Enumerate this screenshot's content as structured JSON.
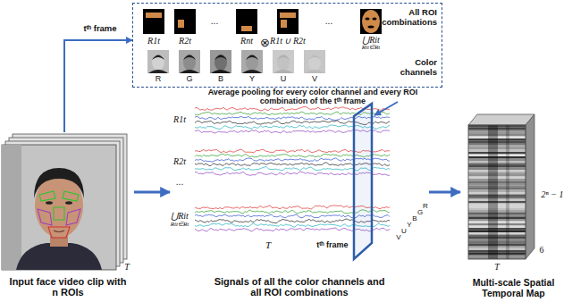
{
  "diagram": {
    "nodes": [
      {
        "text": [
          "All ROI combinations",
          "Color channels"
        ]
      },
      {
        "text": [
          "Input face video clip with n ROIs"
        ]
      },
      {
        "text": [
          "Signals of all the color channels and all ROI combinations"
        ]
      },
      {
        "text": [
          "Multi-scale Spatial Temporal Map"
        ]
      }
    ],
    "edges": [
      {
        "from": 1,
        "to": 0,
        "arrow": "to",
        "label": "tᵗʰ frame"
      },
      {
        "from": 1,
        "to": 2,
        "arrow": "to"
      },
      {
        "from": 2,
        "to": 3,
        "arrow": "to"
      }
    ],
    "labels": [
      "R1t",
      "R2t",
      "...",
      "Rnt",
      "R1t ∪ R2t",
      "...",
      "⋃Rit",
      "Rit∈Rt",
      "⊗",
      "R",
      "G",
      "B",
      "Y",
      "U",
      "V",
      "Average pooling for every color channel and every ROI combination of the tᵗʰ frame",
      "T",
      "R1t",
      "R2t",
      "...",
      "⋃Rit",
      "Rit∈Rt",
      "T",
      "tᵗʰ frame",
      "V",
      "U",
      "Y",
      "B",
      "G",
      "R",
      "2ⁿ − 1",
      "6",
      "T"
    ]
  }
}
